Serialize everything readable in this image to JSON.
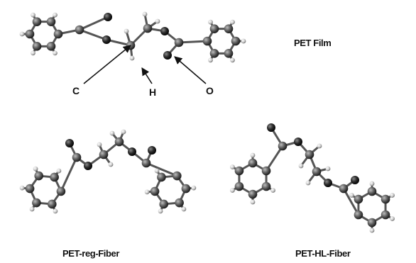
{
  "structures": {
    "film": {
      "caption": "PET Film"
    },
    "regular_fiber": {
      "caption": "PET-reg-Fiber"
    },
    "hl_fiber": {
      "caption": "PET-HL-Fiber"
    }
  },
  "atom_labels": {
    "carbon": "C",
    "hydrogen": "H",
    "oxygen": "O"
  },
  "colors": {
    "carbon_atom": "#6a6a6a",
    "hydrogen_atom": "#d8d8d8",
    "oxygen_atom": "#2a2a2a",
    "bond": "#555555",
    "text": "#111111"
  }
}
